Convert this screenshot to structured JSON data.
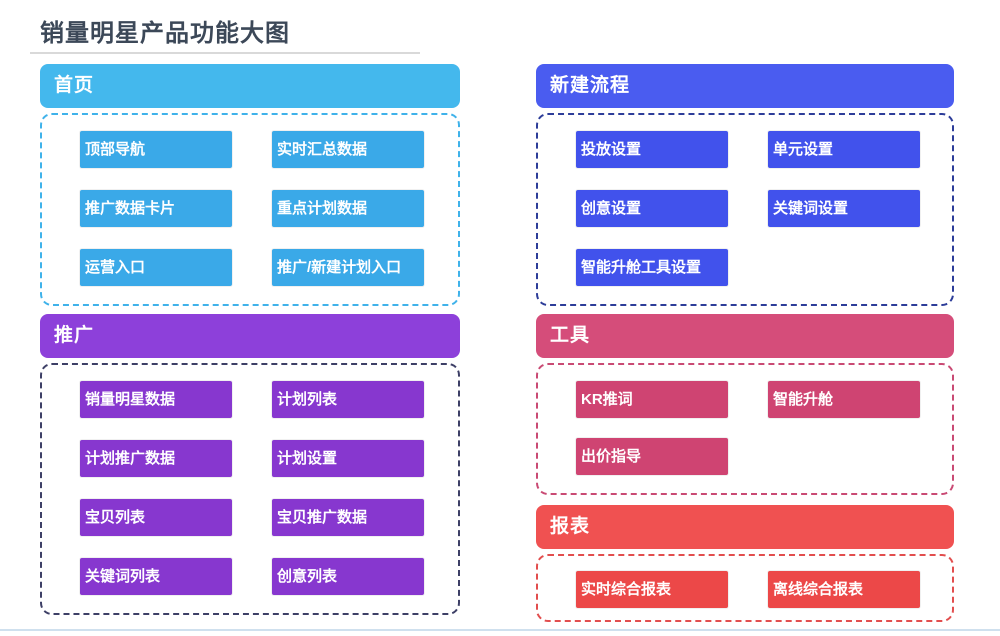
{
  "page": {
    "title": "销量明星产品功能大图"
  },
  "colors": {
    "title_text": "#3c4858",
    "title_rule": "#d9d9d9",
    "bottom_strip": "#cfe0ee"
  },
  "sections": [
    {
      "id": "home",
      "title": "首页",
      "colors": {
        "header": "#44b8ed",
        "button": "#3aa9e8",
        "border": "#3fb2ea"
      },
      "items": [
        "顶部导航",
        "实时汇总数据",
        "推广数据卡片",
        "重点计划数据",
        "运营入口",
        "推广/新建计划入口"
      ]
    },
    {
      "id": "promotion",
      "title": "推广",
      "colors": {
        "header": "#8d40da",
        "button": "#8737cf",
        "border": "#3d3f66"
      },
      "items": [
        "销量明星数据",
        "计划列表",
        "计划推广数据",
        "计划设置",
        "宝贝列表",
        "宝贝推广数据",
        "关键词列表",
        "创意列表"
      ]
    },
    {
      "id": "new-flow",
      "title": "新建流程",
      "colors": {
        "header": "#4a5cf0",
        "button": "#4152ec",
        "border": "#2d3d99"
      },
      "items": [
        "投放设置",
        "单元设置",
        "创意设置",
        "关键词设置",
        "智能升舱工具设置"
      ]
    },
    {
      "id": "tools",
      "title": "工具",
      "colors": {
        "header": "#d54d7a",
        "button": "#cf4472",
        "border": "#c94a74"
      },
      "items": [
        "KR推词",
        "智能升舱",
        "出价指导"
      ]
    },
    {
      "id": "reports",
      "title": "报表",
      "colors": {
        "header": "#f05151",
        "button": "#ec4848",
        "border": "#e24e4e"
      },
      "items": [
        "实时综合报表",
        "离线综合报表"
      ]
    }
  ]
}
